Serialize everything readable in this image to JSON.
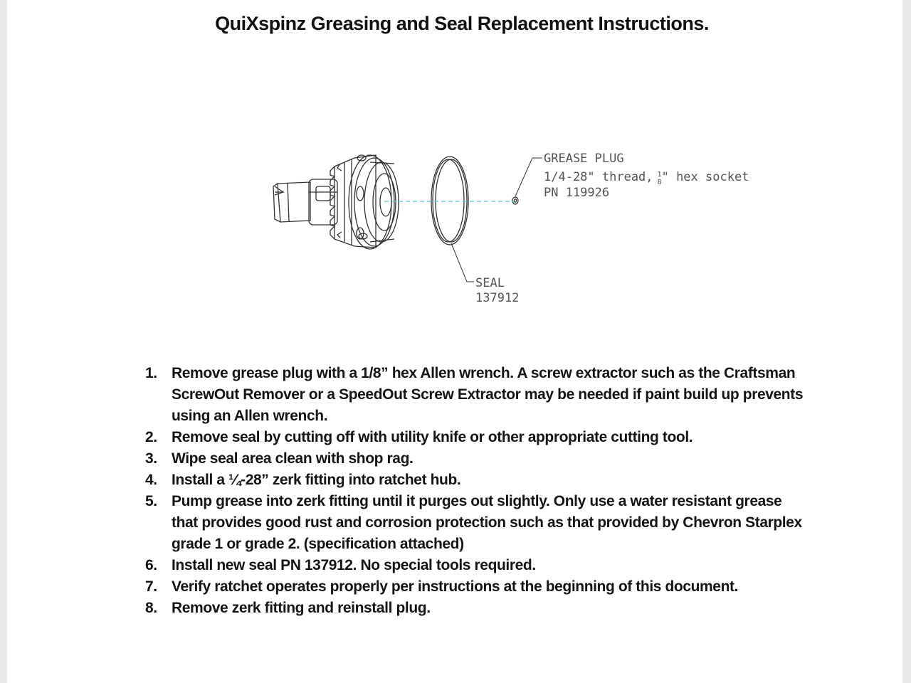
{
  "document": {
    "title": "QuiXspinz Greasing and Seal Replacement Instructions."
  },
  "figure": {
    "grease_plug": {
      "name": "GREASE PLUG",
      "thread_prefix": "1/4-28\" thread,",
      "fraction_num": "1",
      "fraction_den": "8",
      "thread_suffix": "\" hex socket",
      "pn": "PN 119926"
    },
    "seal": {
      "name": "SEAL",
      "pn": "137912"
    }
  },
  "steps": [
    {
      "num": "1.",
      "text": "Remove grease plug with a 1/8” hex Allen wrench. A screw extractor such as the Craftsman ScrewOut Remover or a SpeedOut Screw Extractor may be needed if paint build up prevents using an Allen wrench."
    },
    {
      "num": "2.",
      "text": "Remove seal by cutting off with utility knife or other appropriate cutting tool."
    },
    {
      "num": "3.",
      "text": "Wipe seal area clean with shop rag."
    },
    {
      "num": "4.",
      "text": "Install a ¼-28” zerk fitting into ratchet hub."
    },
    {
      "num": "5.",
      "text": "Pump grease into zerk fitting until it purges out slightly. Only use a water resistant grease that provides good rust and corrosion protection such as that provided by Chevron Starplex grade 1 or grade 2.  (specification attached)"
    },
    {
      "num": "6.",
      "text": "Install new seal PN 137912. No special tools required."
    },
    {
      "num": "7.",
      "text": "Verify ratchet operates properly per instructions at the beginning of this document."
    },
    {
      "num": "8.",
      "text": "Remove zerk fitting and reinstall plug."
    }
  ]
}
